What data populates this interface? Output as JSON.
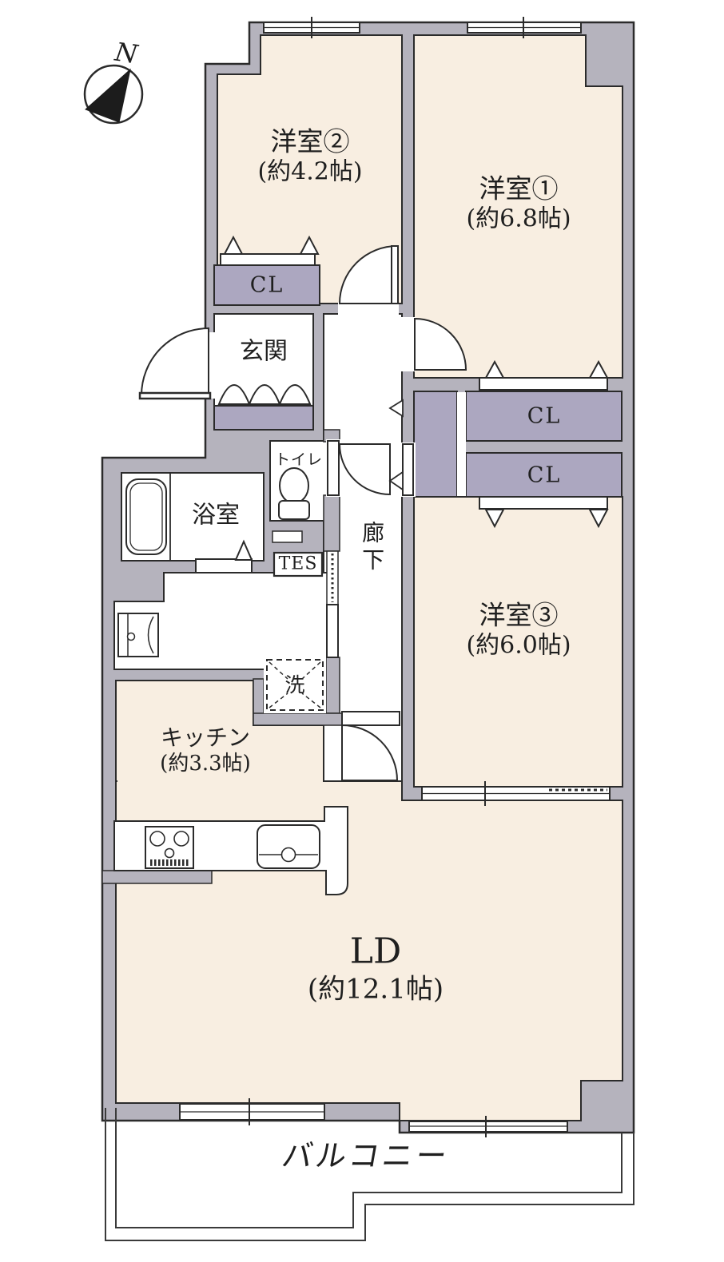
{
  "compass": {
    "north_label": "N"
  },
  "rooms": {
    "western2": {
      "name": "洋室②",
      "size": "(約4.2帖)"
    },
    "western1": {
      "name": "洋室①",
      "size": "(約6.8帖)"
    },
    "western3": {
      "name": "洋室③",
      "size": "(約6.0帖)"
    },
    "living_dining": {
      "name": "LD",
      "size": "(約12.1帖)"
    },
    "kitchen": {
      "name": "キッチン",
      "size": "(約3.3帖)"
    },
    "entrance": {
      "name": "玄関"
    },
    "hallway": {
      "name": "廊下"
    },
    "bathroom": {
      "name": "浴室"
    },
    "toilet": {
      "name": "トイレ"
    },
    "balcony": {
      "name": "バルコニー"
    }
  },
  "closets": {
    "closet_room2": "CL",
    "closet_room1": "CL",
    "closet_room3": "CL"
  },
  "fixtures": {
    "water_heater": "TES",
    "laundry_space": "洗"
  },
  "colors": {
    "wall": "#b5b3bd",
    "closet": "#aca7c0",
    "floor": "#f8eee1",
    "line": "#2b2b2b"
  }
}
